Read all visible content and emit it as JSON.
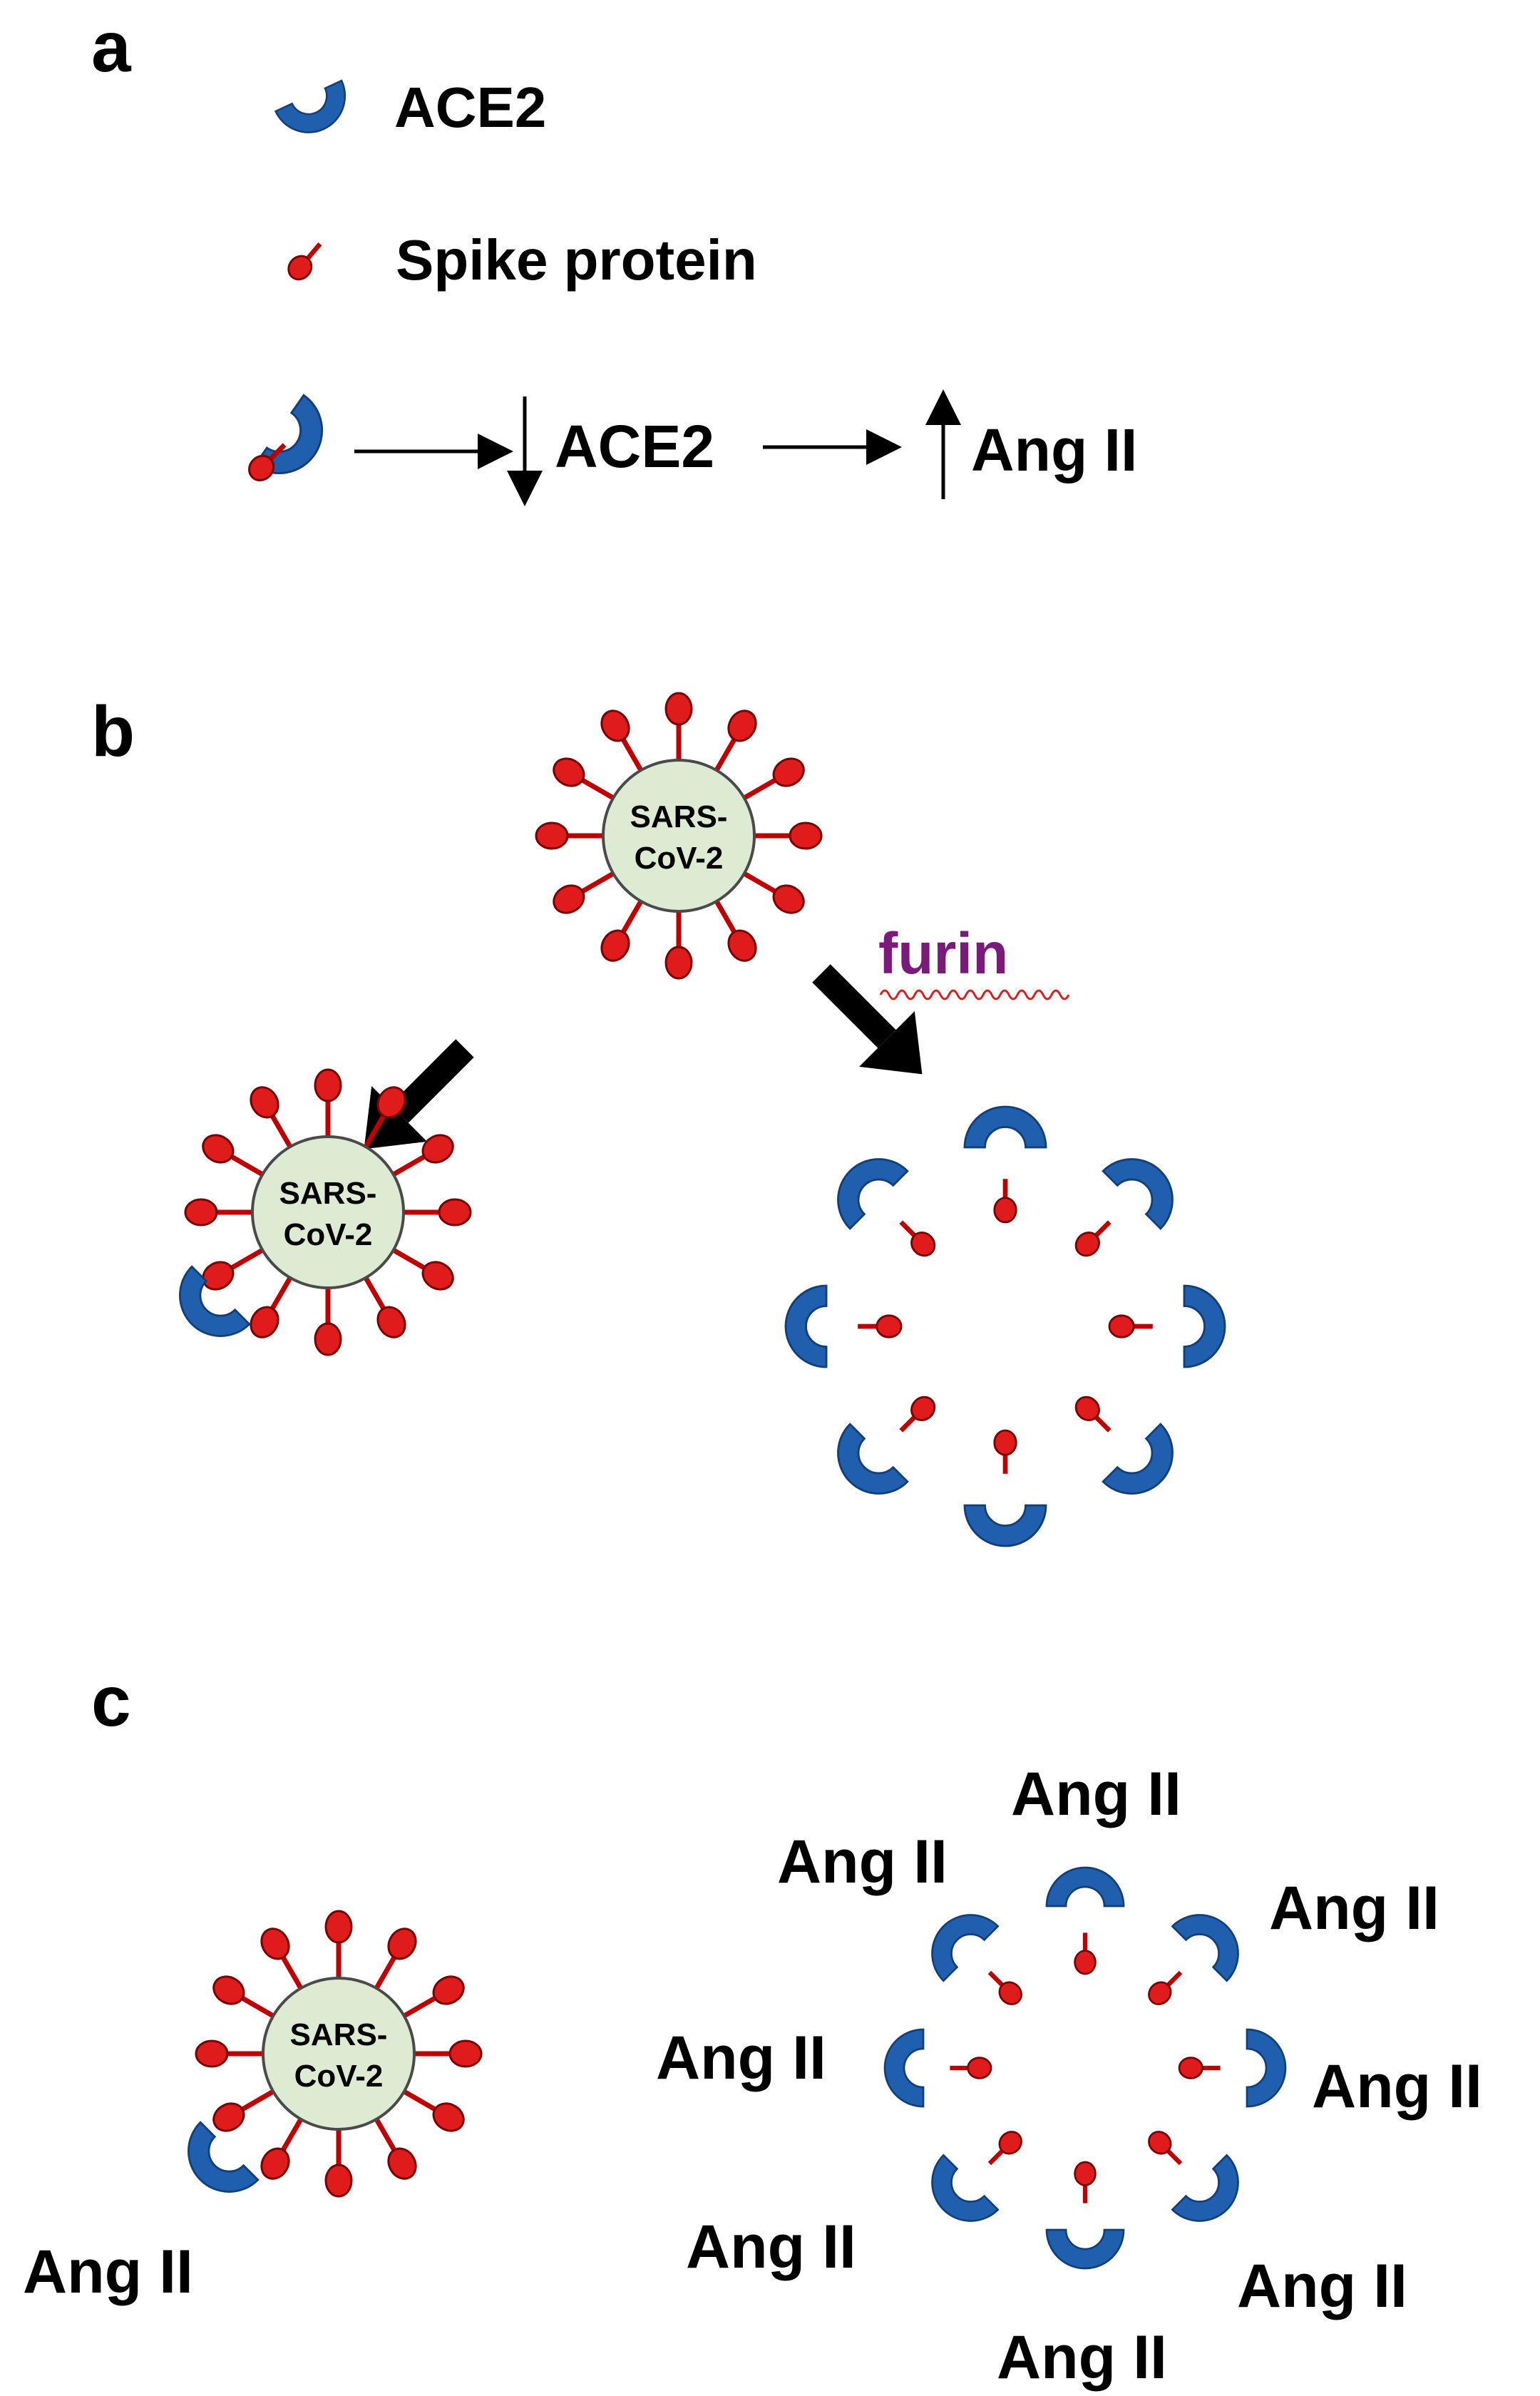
{
  "panels": {
    "a": "a",
    "b": "b",
    "c": "c"
  },
  "legend": {
    "ace2_label": "ACE2",
    "spike_label": "Spike protein"
  },
  "panel_a": {
    "decrease_label": "ACE2",
    "increase_label": "Ang II"
  },
  "virus": {
    "line1": "SARS-",
    "line2": "CoV-2"
  },
  "enzyme": "furin",
  "ang_label": "Ang II",
  "colors": {
    "ace2": "#1f5fae",
    "ace2_stroke": "#123f7a",
    "spike": "#e01b1b",
    "spike_stroke": "#7a0000",
    "virus_fill": "#dcebd2",
    "virus_stroke": "#4a4a4a",
    "furin": "#7a1a7a",
    "squiggle": "#e01b1b"
  }
}
